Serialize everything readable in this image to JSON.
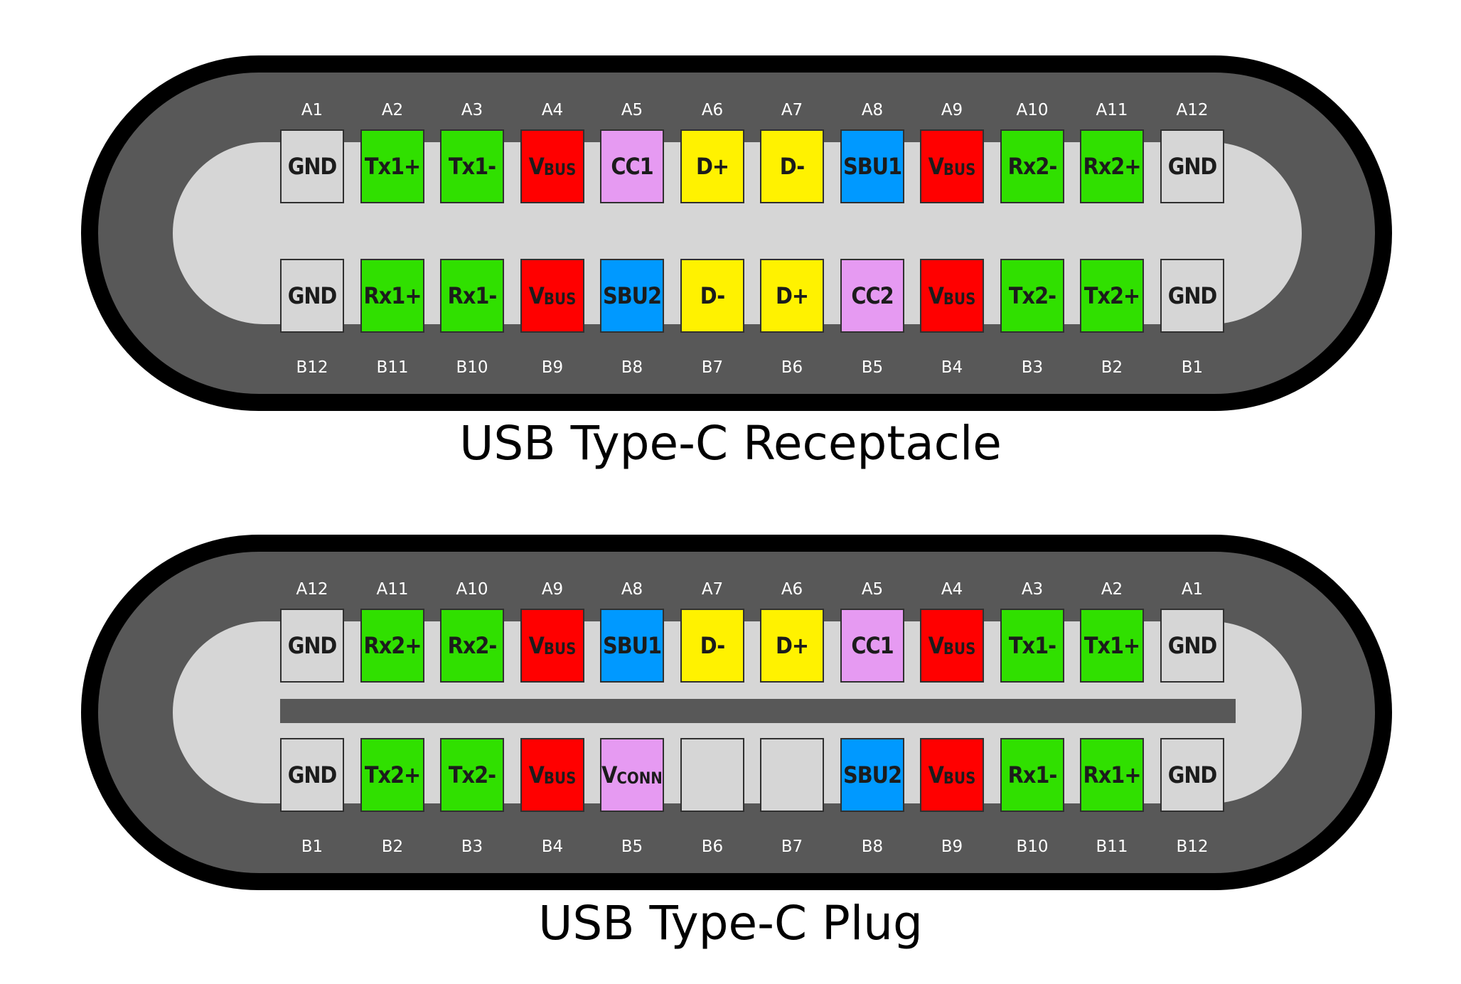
{
  "colors": {
    "gnd": "#d6d6d6",
    "diff": "#30e000",
    "vbus": "#ff0000",
    "cc": "#e69af2",
    "usb2": "#fff200",
    "sbu": "#0099ff",
    "empty": "#d6d6d6"
  },
  "receptacle": {
    "title": "USB Type-C Receptacle",
    "top_row": [
      {
        "id": "A1",
        "label": "GND",
        "kind": "gnd"
      },
      {
        "id": "A2",
        "label": "Tx1+",
        "kind": "diff"
      },
      {
        "id": "A3",
        "label": "Tx1-",
        "kind": "diff"
      },
      {
        "id": "A4",
        "label": "V",
        "sub": "BUS",
        "kind": "vbus"
      },
      {
        "id": "A5",
        "label": "CC1",
        "kind": "cc"
      },
      {
        "id": "A6",
        "label": "D+",
        "kind": "usb2"
      },
      {
        "id": "A7",
        "label": "D-",
        "kind": "usb2"
      },
      {
        "id": "A8",
        "label": "SBU1",
        "kind": "sbu"
      },
      {
        "id": "A9",
        "label": "V",
        "sub": "BUS",
        "kind": "vbus"
      },
      {
        "id": "A10",
        "label": "Rx2-",
        "kind": "diff"
      },
      {
        "id": "A11",
        "label": "Rx2+",
        "kind": "diff"
      },
      {
        "id": "A12",
        "label": "GND",
        "kind": "gnd"
      }
    ],
    "bottom_row": [
      {
        "id": "B12",
        "label": "GND",
        "kind": "gnd"
      },
      {
        "id": "B11",
        "label": "Rx1+",
        "kind": "diff"
      },
      {
        "id": "B10",
        "label": "Rx1-",
        "kind": "diff"
      },
      {
        "id": "B9",
        "label": "V",
        "sub": "BUS",
        "kind": "vbus"
      },
      {
        "id": "B8",
        "label": "SBU2",
        "kind": "sbu"
      },
      {
        "id": "B7",
        "label": "D-",
        "kind": "usb2"
      },
      {
        "id": "B6",
        "label": "D+",
        "kind": "usb2"
      },
      {
        "id": "B5",
        "label": "CC2",
        "kind": "cc"
      },
      {
        "id": "B4",
        "label": "V",
        "sub": "BUS",
        "kind": "vbus"
      },
      {
        "id": "B3",
        "label": "Tx2-",
        "kind": "diff"
      },
      {
        "id": "B2",
        "label": "Tx2+",
        "kind": "diff"
      },
      {
        "id": "B1",
        "label": "GND",
        "kind": "gnd"
      }
    ]
  },
  "plug": {
    "title": "USB Type-C Plug",
    "top_row": [
      {
        "id": "A12",
        "label": "GND",
        "kind": "gnd"
      },
      {
        "id": "A11",
        "label": "Rx2+",
        "kind": "diff"
      },
      {
        "id": "A10",
        "label": "Rx2-",
        "kind": "diff"
      },
      {
        "id": "A9",
        "label": "V",
        "sub": "BUS",
        "kind": "vbus"
      },
      {
        "id": "A8",
        "label": "SBU1",
        "kind": "sbu"
      },
      {
        "id": "A7",
        "label": "D-",
        "kind": "usb2"
      },
      {
        "id": "A6",
        "label": "D+",
        "kind": "usb2"
      },
      {
        "id": "A5",
        "label": "CC1",
        "kind": "cc"
      },
      {
        "id": "A4",
        "label": "V",
        "sub": "BUS",
        "kind": "vbus"
      },
      {
        "id": "A3",
        "label": "Tx1-",
        "kind": "diff"
      },
      {
        "id": "A2",
        "label": "Tx1+",
        "kind": "diff"
      },
      {
        "id": "A1",
        "label": "GND",
        "kind": "gnd"
      }
    ],
    "bottom_row": [
      {
        "id": "B1",
        "label": "GND",
        "kind": "gnd"
      },
      {
        "id": "B2",
        "label": "Tx2+",
        "kind": "diff"
      },
      {
        "id": "B3",
        "label": "Tx2-",
        "kind": "diff"
      },
      {
        "id": "B4",
        "label": "V",
        "sub": "BUS",
        "kind": "vbus"
      },
      {
        "id": "B5",
        "label": "V",
        "sub": "CONN",
        "kind": "cc"
      },
      {
        "id": "B6",
        "label": "",
        "kind": "empty"
      },
      {
        "id": "B7",
        "label": "",
        "kind": "empty"
      },
      {
        "id": "B8",
        "label": "SBU2",
        "kind": "sbu"
      },
      {
        "id": "B9",
        "label": "V",
        "sub": "BUS",
        "kind": "vbus"
      },
      {
        "id": "B10",
        "label": "Rx1-",
        "kind": "diff"
      },
      {
        "id": "B11",
        "label": "Rx1+",
        "kind": "diff"
      },
      {
        "id": "B12",
        "label": "GND",
        "kind": "gnd"
      }
    ]
  }
}
